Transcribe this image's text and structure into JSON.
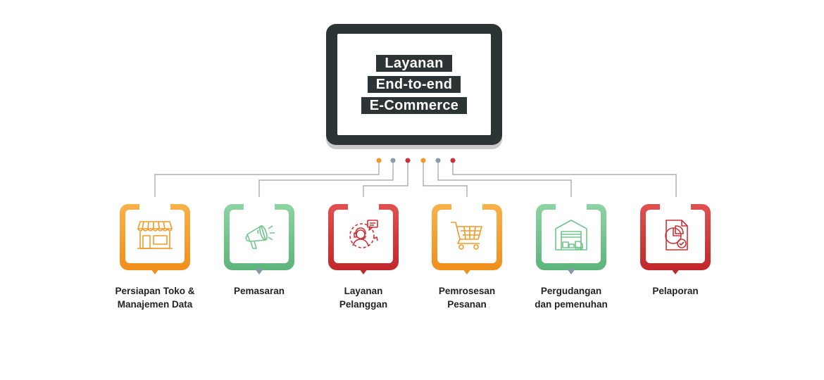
{
  "monitor": {
    "title_lines": [
      "Layanan",
      "End-to-end",
      "E-Commerce"
    ]
  },
  "colors": {
    "orange": "#f29a27",
    "green": "#6fc58a",
    "red": "#cf3236",
    "gray_dot": "#8a9aa8",
    "line": "#9aa0a6",
    "dark": "#2d3436"
  },
  "services": [
    {
      "label": "Persiapan Toko &\nManajemen Data",
      "color": "orange",
      "icon": "storefront-icon"
    },
    {
      "label": "Pemasaran",
      "color": "green",
      "icon": "megaphone-icon"
    },
    {
      "label": "Layanan\nPelanggan",
      "color": "red",
      "icon": "customer-service-icon"
    },
    {
      "label": "Pemrosesan\nPesanan",
      "color": "orange",
      "icon": "shopping-cart-icon"
    },
    {
      "label": "Pergudangan\ndan pemenuhan",
      "color": "green",
      "icon": "warehouse-icon"
    },
    {
      "label": "Pelaporan",
      "color": "red",
      "icon": "report-icon"
    }
  ]
}
